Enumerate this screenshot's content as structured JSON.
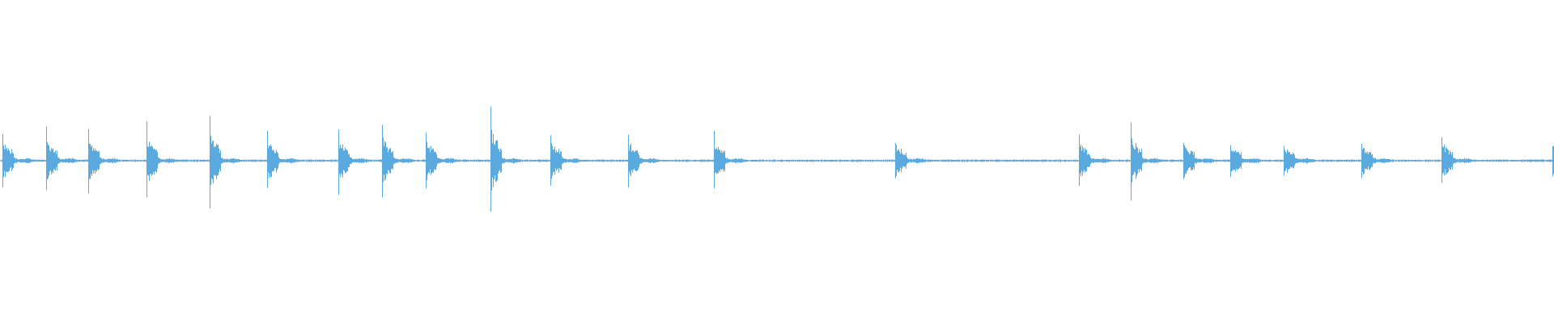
{
  "waveform": {
    "color": "#5aaae0",
    "duration_s": 60,
    "onsets_s": [
      0.1,
      1.78,
      3.4,
      5.65,
      8.1,
      10.3,
      13.05,
      14.75,
      16.45,
      18.95,
      21.25,
      24.25,
      27.55,
      34.55,
      41.65,
      43.65,
      45.7,
      47.5,
      49.55,
      52.55,
      55.65,
      59.95
    ],
    "peak_levels": [
      0.2,
      0.25,
      0.25,
      0.3,
      0.35,
      0.22,
      0.25,
      0.27,
      0.22,
      0.42,
      0.2,
      0.2,
      0.22,
      0.15,
      0.2,
      0.3,
      0.15,
      0.12,
      0.12,
      0.14,
      0.18,
      0.12
    ]
  }
}
